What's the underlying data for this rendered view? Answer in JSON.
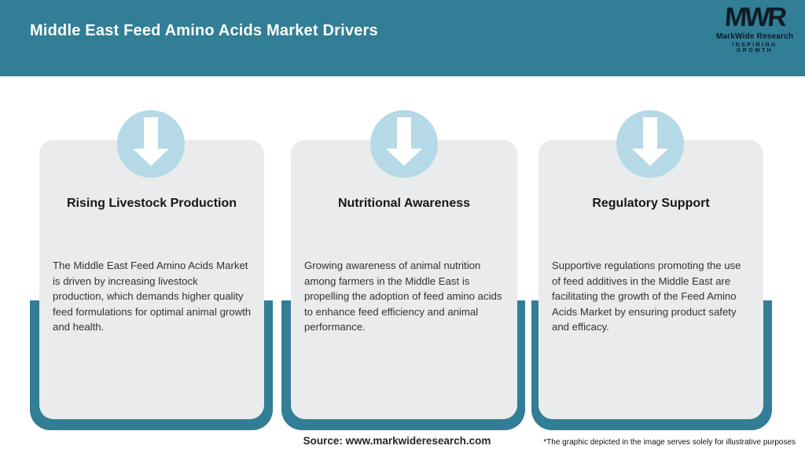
{
  "header": {
    "title": "Middle East Feed Amino Acids Market Drivers",
    "logo": {
      "acronym": "MWR",
      "name": "MarkWide Research",
      "tagline": "INSPIRING GROWTH"
    }
  },
  "cards": [
    {
      "icon": "down-arrow-icon",
      "title": "Rising Livestock Production",
      "description": "The Middle East Feed Amino Acids Market is driven by increasing livestock production, which demands higher quality feed formulations for optimal animal growth and health."
    },
    {
      "icon": "down-arrow-icon",
      "title": "Nutritional Awareness",
      "description": "Growing awareness of animal nutrition among farmers in the Middle East is propelling the adoption of feed amino acids to enhance feed efficiency and animal performance."
    },
    {
      "icon": "down-arrow-icon",
      "title": "Regulatory Support",
      "description": "Supportive regulations promoting the use of feed additives in the Middle East are facilitating the growth of the Feed Amino Acids Market by ensuring product safety and efficacy."
    }
  ],
  "footer": {
    "source": "Source: www.markwideresearch.com",
    "disclaimer": "*The graphic depicted in the image serves solely for illustrative purposes"
  },
  "colors": {
    "teal": "#317e96",
    "circle_blue": "#b5d9e6",
    "card_bg": "#e9ebec",
    "title_white": "#ffffff",
    "logo_dark": "#0f1b26"
  }
}
